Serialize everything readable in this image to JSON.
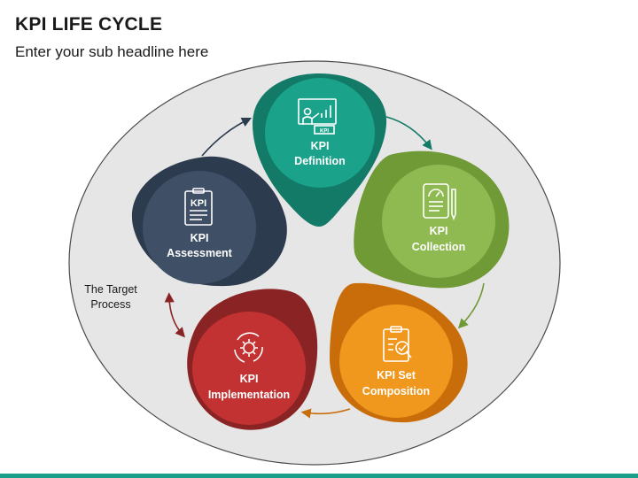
{
  "title": "KPI LIFE CYCLE",
  "subtitle": "Enter your sub headline here",
  "side_label": [
    "The Target",
    "Process"
  ],
  "nodes": [
    {
      "id": "definition",
      "lines": [
        "KPI",
        "Definition"
      ],
      "icon": "presentation-board-icon",
      "outer_color": "#127a66",
      "inner_color": "#1aa38a"
    },
    {
      "id": "collection",
      "lines": [
        "KPI",
        "Collection"
      ],
      "icon": "tablet-pen-icon",
      "outer_color": "#6f9a36",
      "inner_color": "#8fba52"
    },
    {
      "id": "set-composition",
      "lines": [
        "KPI Set",
        "Composition"
      ],
      "icon": "clipboard-search-icon",
      "outer_color": "#c96d0a",
      "inner_color": "#f0981e"
    },
    {
      "id": "implementation",
      "lines": [
        "KPI",
        "Implementation"
      ],
      "icon": "gear-cycle-icon",
      "outer_color": "#8a2323",
      "inner_color": "#c23232"
    },
    {
      "id": "assessment",
      "lines": [
        "KPI",
        "Assessment"
      ],
      "icon": "kpi-report-icon",
      "outer_color": "#2d3b4f",
      "inner_color": "#3e4f66"
    }
  ],
  "colors": {
    "background_ellipse": "#e6e6e6",
    "ellipse_stroke": "#4a4a4a",
    "accent_bar": "#1aa08a",
    "arrow_teal": "#127a66",
    "arrow_green": "#6f9a36",
    "arrow_orange": "#c96d0a",
    "arrow_red": "#8a2323",
    "arrow_navy": "#2d3b4f"
  }
}
